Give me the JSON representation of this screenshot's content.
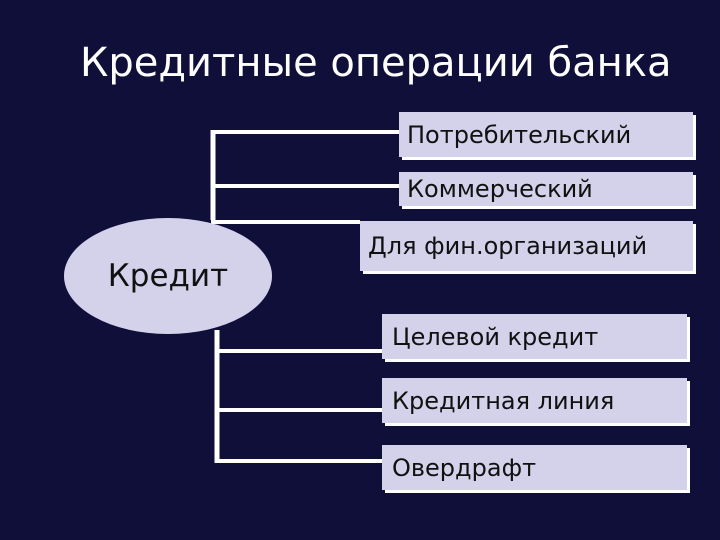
{
  "title": "Кредитные операции банка",
  "root": {
    "label": "Кредит"
  },
  "branches": [
    {
      "label": "Потребительский"
    },
    {
      "label": "Коммерческий"
    },
    {
      "label": "Для фин.организаций"
    },
    {
      "label": "Целевой кредит"
    },
    {
      "label": "Кредитная линия"
    },
    {
      "label": "Овердрафт"
    }
  ],
  "colors": {
    "background": "#0f0f3a",
    "node_fill": "#d4d2ea",
    "connector": "#ffffff",
    "text": "#111111"
  }
}
